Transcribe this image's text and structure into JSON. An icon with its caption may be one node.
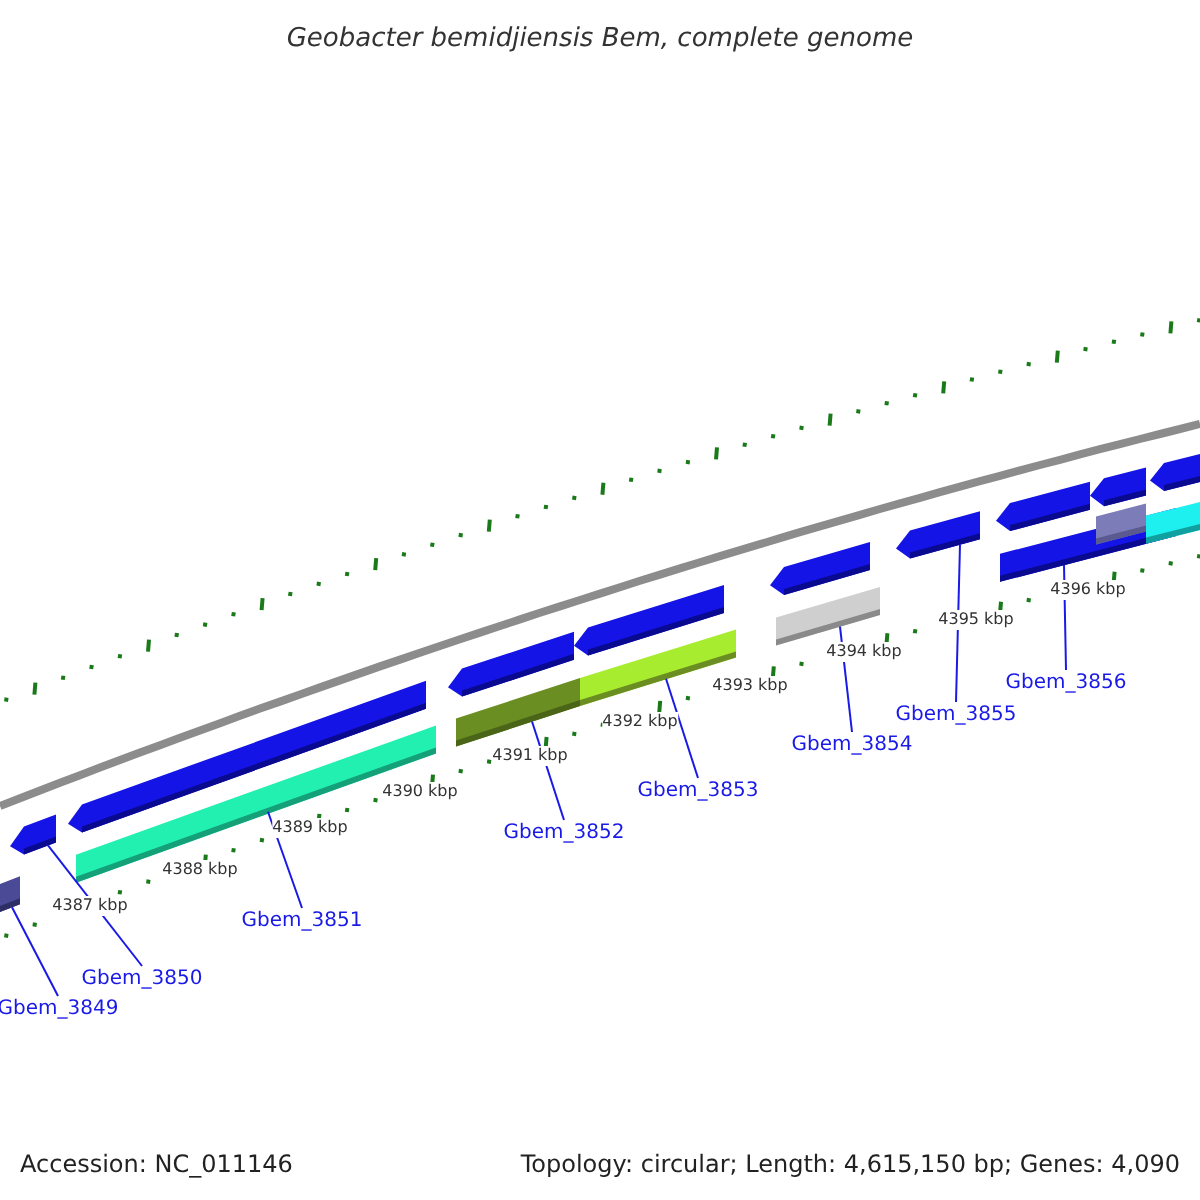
{
  "diagram": {
    "title": "Geobacter bemidjiensis Bem, complete genome",
    "nodes": [
      {
        "text": [
          "Gbem_3849"
        ]
      },
      {
        "text": [
          "Gbem_3850"
        ]
      },
      {
        "text": [
          "Gbem_3851"
        ]
      },
      {
        "text": [
          "Gbem_3852"
        ]
      },
      {
        "text": [
          "Gbem_3853"
        ]
      },
      {
        "text": [
          "Gbem_3854"
        ]
      },
      {
        "text": [
          "Gbem_3855"
        ]
      },
      {
        "text": [
          "Gbem_3856"
        ]
      },
      {
        "text": [],
        "shape": "bar"
      },
      {
        "text": [],
        "shape": "bar"
      },
      {
        "text": [],
        "shape": "bar"
      },
      {
        "text": [],
        "shape": "bar"
      },
      {
        "text": [],
        "shape": "bar"
      },
      {
        "text": [],
        "shape": "bar"
      },
      {
        "text": [],
        "shape": "bar"
      },
      {
        "text": [],
        "shape": "bar"
      }
    ],
    "edges": [
      {
        "from": 0,
        "to": 8,
        "arrow": "none"
      },
      {
        "from": 1,
        "to": 9,
        "arrow": "none"
      },
      {
        "from": 2,
        "to": 10,
        "arrow": "none"
      },
      {
        "from": 3,
        "to": 11,
        "arrow": "none"
      },
      {
        "from": 4,
        "to": 12,
        "arrow": "none"
      },
      {
        "from": 5,
        "to": 13,
        "arrow": "none"
      },
      {
        "from": 6,
        "to": 14,
        "arrow": "none"
      },
      {
        "from": 7,
        "to": 15,
        "arrow": "none"
      }
    ],
    "labels": [
      "4387 kbp",
      "4388 kbp",
      "4389 kbp",
      "4390 kbp",
      "4391 kbp",
      "4392 kbp",
      "4393 kbp",
      "4394 kbp",
      "4395 kbp",
      "4396 kbp",
      "Accession: NC_011146",
      "Topology: circular; Length: 4,615,150 bp; Genes: 4,090"
    ]
  }
}
